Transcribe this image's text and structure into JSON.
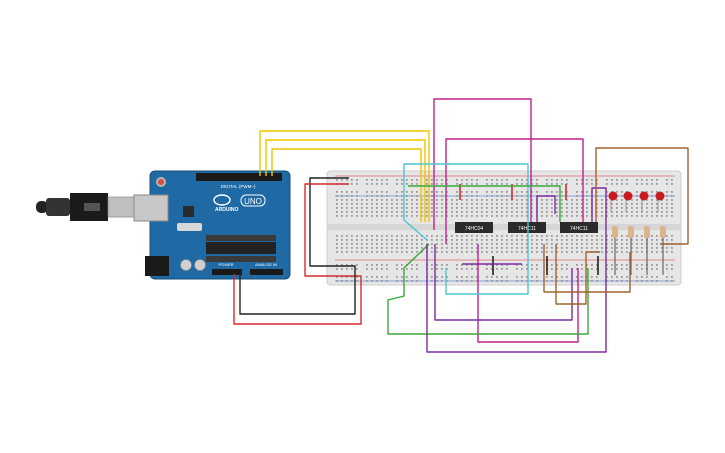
{
  "arduino": {
    "logo_text": "ARDUINO",
    "model": "UNO",
    "digital_header": "DIGITAL (PWM~)",
    "power_header": "POWER",
    "analog_header": "ANALOG IN",
    "board_color": "#1f6aa5"
  },
  "chips": [
    {
      "label": "74HC04"
    },
    {
      "label": "74HC11"
    },
    {
      "label": "74HC11"
    }
  ],
  "leds": {
    "count": 4,
    "color": "#c91b1b"
  },
  "wire_colors": {
    "yellow": "#f0c400",
    "red": "#d42a2a",
    "black": "#222222",
    "magenta": "#c0208f",
    "cyan": "#4fc3d2",
    "green": "#3aa83a",
    "purple": "#7b2b9e",
    "brown": "#a0632f"
  }
}
